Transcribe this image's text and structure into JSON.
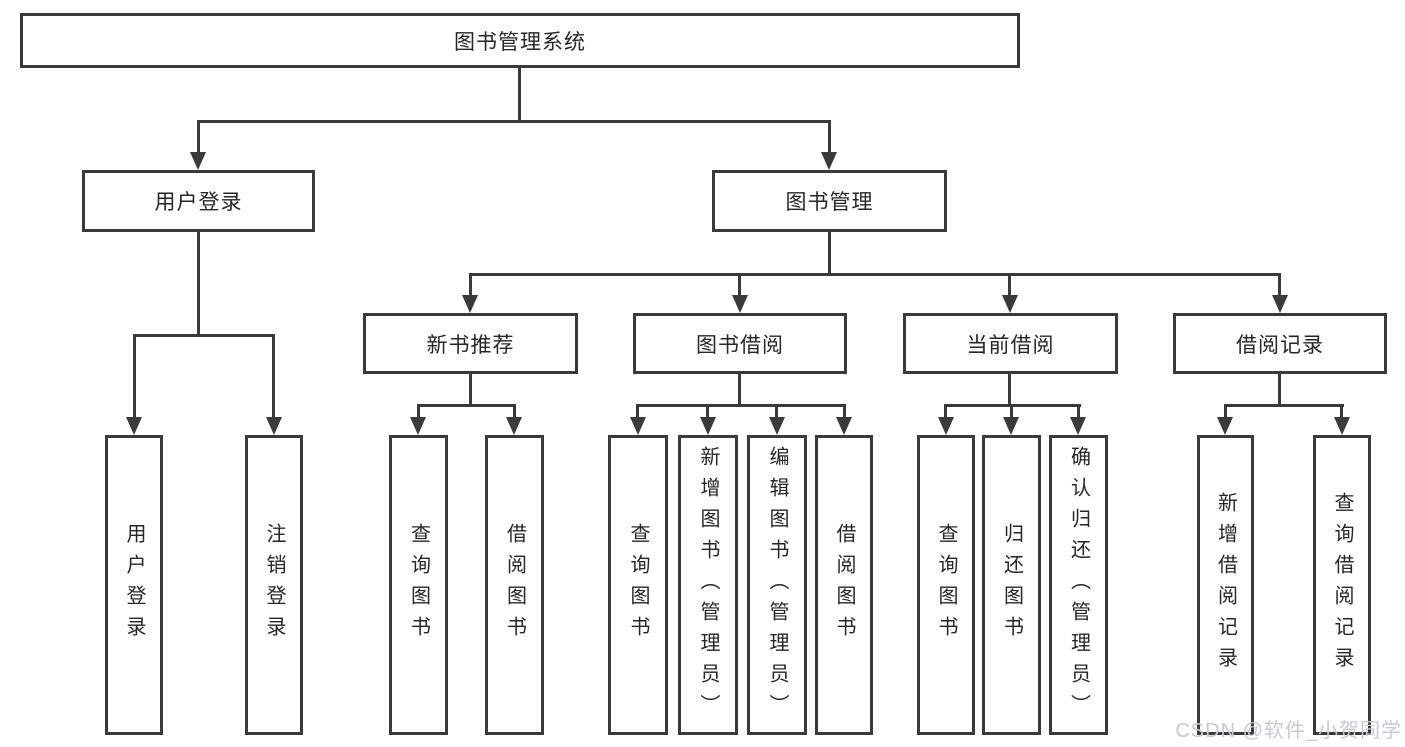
{
  "diagram": {
    "title": "图书管理系统",
    "watermark": "CSDN @软件_小贺同学",
    "colors": {
      "line": "#3a3a3a",
      "box_border": "#3a3a3a",
      "text": "#262626",
      "background": "#ffffff",
      "watermark": "#cac7d2"
    },
    "nodes": {
      "root": "图书管理系统",
      "user_login": "用户登录",
      "book_mgmt": "图书管理",
      "new_book_rec": "新书推荐",
      "book_borrow": "图书借阅",
      "current_borrow": "当前借阅",
      "borrow_records": "借阅记录",
      "leaf_user_login": "用户登录",
      "leaf_logout": "注销登录",
      "leaf_nb_query": "查询图书",
      "leaf_nb_borrow": "借阅图书",
      "leaf_bb_query": "查询图书",
      "leaf_bb_add": "新增图书（管理员）",
      "leaf_bb_edit": "编辑图书（管理员）",
      "leaf_bb_borrow": "借阅图书",
      "leaf_cb_query": "查询图书",
      "leaf_cb_return": "归还图书",
      "leaf_cb_confirm": "确认归还（管理员）",
      "leaf_br_add": "新增借阅记录",
      "leaf_br_query": "查询借阅记录"
    },
    "hierarchy": {
      "图书管理系统": {
        "用户登录": [
          "用户登录",
          "注销登录"
        ],
        "图书管理": {
          "新书推荐": [
            "查询图书",
            "借阅图书"
          ],
          "图书借阅": [
            "查询图书",
            "新增图书（管理员）",
            "编辑图书（管理员）",
            "借阅图书"
          ],
          "当前借阅": [
            "查询图书",
            "归还图书",
            "确认归还（管理员）"
          ],
          "借阅记录": [
            "新增借阅记录",
            "查询借阅记录"
          ]
        }
      }
    }
  }
}
